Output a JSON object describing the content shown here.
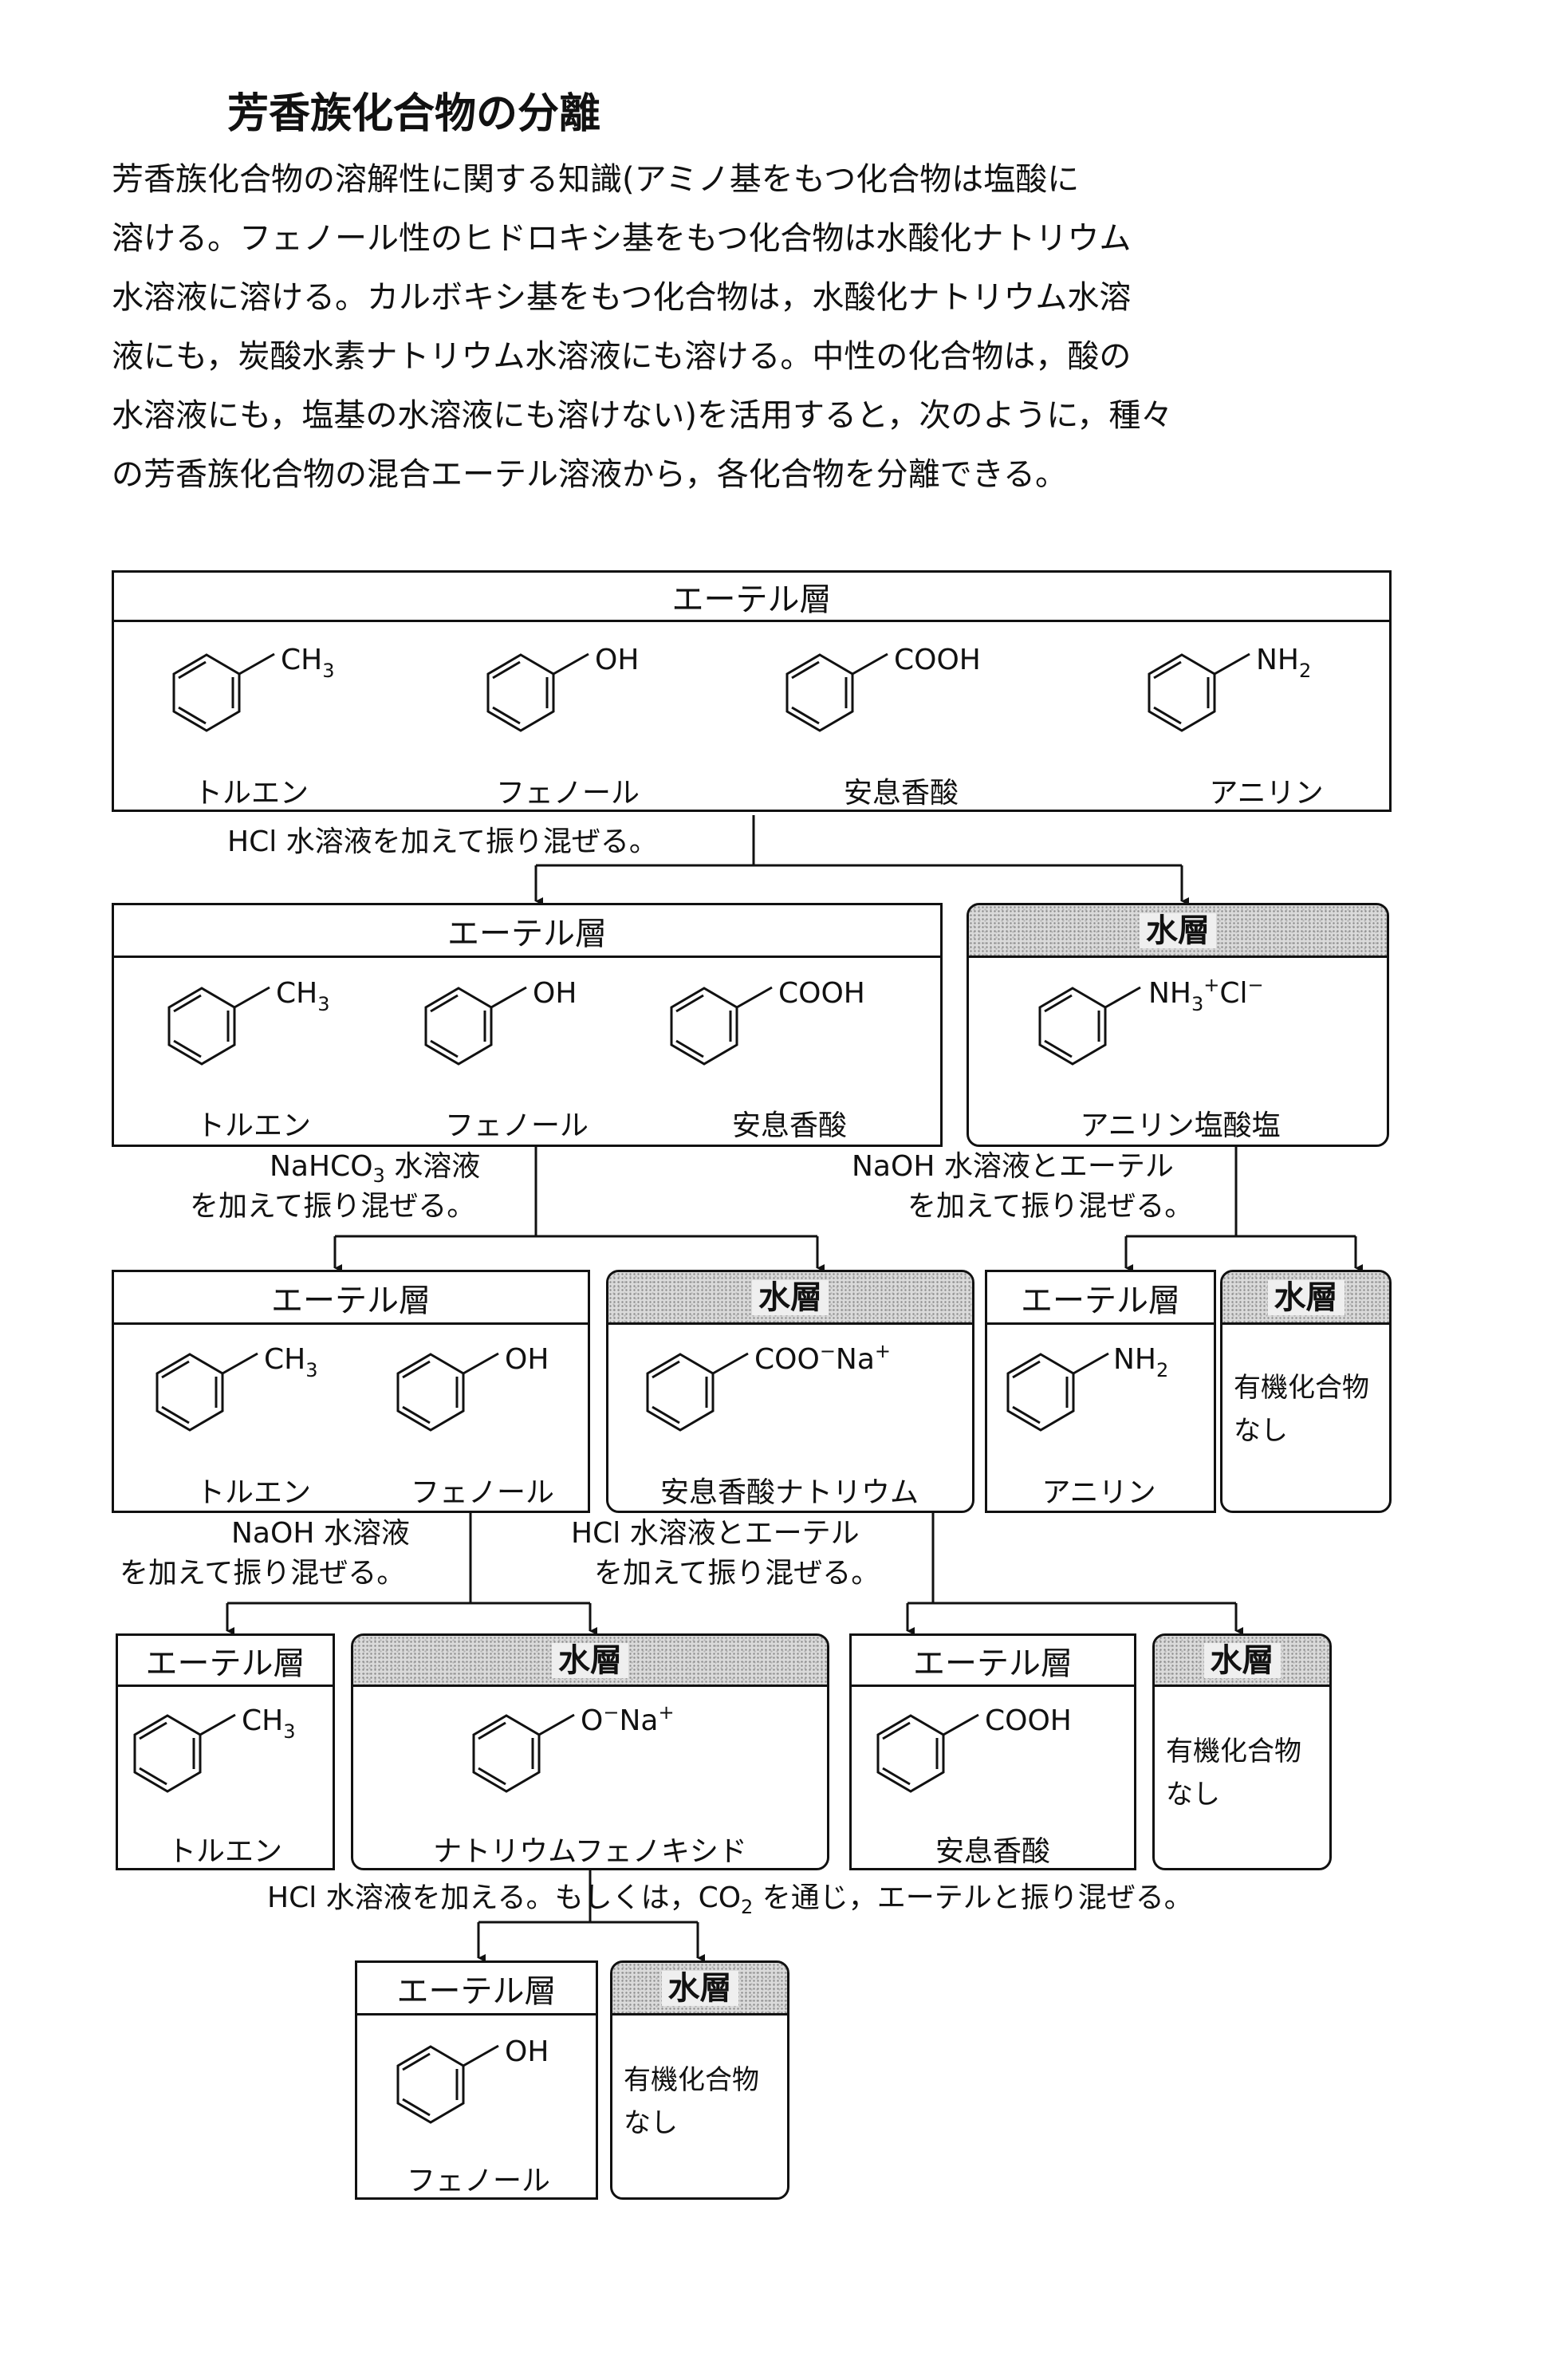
{
  "title": "芳香族化合物の分離",
  "intro": [
    "芳香族化合物の溶解性に関する知識(アミノ基をもつ化合物は塩酸に",
    "溶ける。フェノール性のヒドロキシ基をもつ化合物は水酸化ナトリウム",
    "水溶液に溶ける。カルボキシ基をもつ化合物は，水酸化ナトリウム水溶",
    "液にも，炭酸水素ナトリウム水溶液にも溶ける。中性の化合物は，酸の",
    "水溶液にも，塩基の水溶液にも溶けない)を活用すると，次のように，種々",
    "の芳香族化合物の混合エーテル溶液から，各化合物を分離できる。"
  ],
  "layers": {
    "ether": "エーテル層",
    "water": "水層"
  },
  "names": {
    "toluene": "トルエン",
    "phenol": "フェノール",
    "benzoic_acid": "安息香酸",
    "aniline": "アニリン",
    "aniline_hcl": "アニリン塩酸塩",
    "sodium_benzoate": "安息香酸ナトリウム",
    "sodium_phenoxide": "ナトリウムフェノキシド"
  },
  "substituents": {
    "ch3": {
      "main": "CH",
      "sub": "3"
    },
    "oh": {
      "main": "OH"
    },
    "cooh": {
      "main": "COOH"
    },
    "nh2": {
      "main": "NH",
      "sub": "2"
    },
    "nh3cl": {
      "main": "NH",
      "sub": "3",
      "sup1": "+",
      "tail": "Cl",
      "sup2": "−"
    },
    "coona": {
      "main": "COO",
      "sup1": "−",
      "tail": "Na",
      "sup2": "+"
    },
    "ona": {
      "main": "O",
      "sup1": "−",
      "tail": "Na",
      "sup2": "+"
    }
  },
  "none_note": [
    "有機化合物",
    "なし"
  ],
  "reagents": {
    "step1": "HCl 水溶液を加えて振り混ぜる。",
    "step2a_1a": "NaHCO",
    "step2a_1s": "3",
    "step2a_1b": " 水溶液",
    "step2a_2": "を加えて振り混ぜる。",
    "step2b_1": "NaOH 水溶液とエーテル",
    "step2b_2": "を加えて振り混ぜる。",
    "step3a_1": "NaOH 水溶液",
    "step3a_2": "を加えて振り混ぜる。",
    "step3b_1": "HCl 水溶液とエーテル",
    "step3b_2": "を加えて振り混ぜる。",
    "step4_a": "HCl 水溶液を加える。もしくは，CO",
    "step4_s": "2",
    "step4_b": " を通じ，エーテルと振り混ぜる。"
  }
}
